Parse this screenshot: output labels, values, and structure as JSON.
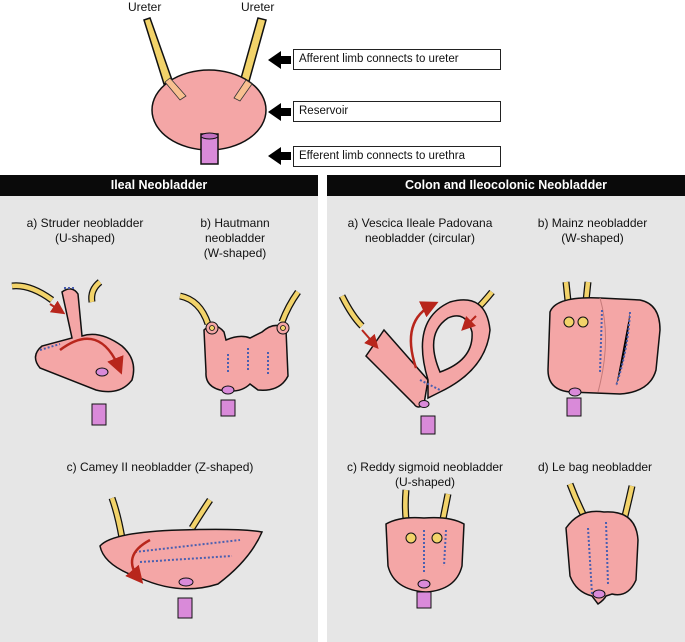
{
  "overview": {
    "ureter_left": "Ureter",
    "ureter_right": "Ureter",
    "afferent": "Afferent limb connects to ureter",
    "reservoir": "Reservoir",
    "efferent": "Efferent limb connects to urethra"
  },
  "left_panel": {
    "title": "Ileal Neobladder",
    "a": "a) Struder neobladder\n(U-shaped)",
    "b": "b) Hautmann\nneobladder\n(W-shaped)",
    "c": "c) Camey II neobladder (Z-shaped)"
  },
  "right_panel": {
    "title": "Colon and Ileocolonic Neobladder",
    "a": "a) Vescica Ileale Padovana\nneobladder (circular)",
    "b": "b) Mainz neobladder\n(W-shaped)",
    "c": "c) Reddy sigmoid neobladder\n(U-shaped)",
    "d": "d) Le bag neobladder"
  },
  "colors": {
    "tissue": "#f4a6a6",
    "ureter": "#f2d36a",
    "urethra": "#d98ad9",
    "arrow": "#b8261c",
    "suture": "#4a5fb0",
    "panel_bg": "#e6e6e6"
  }
}
